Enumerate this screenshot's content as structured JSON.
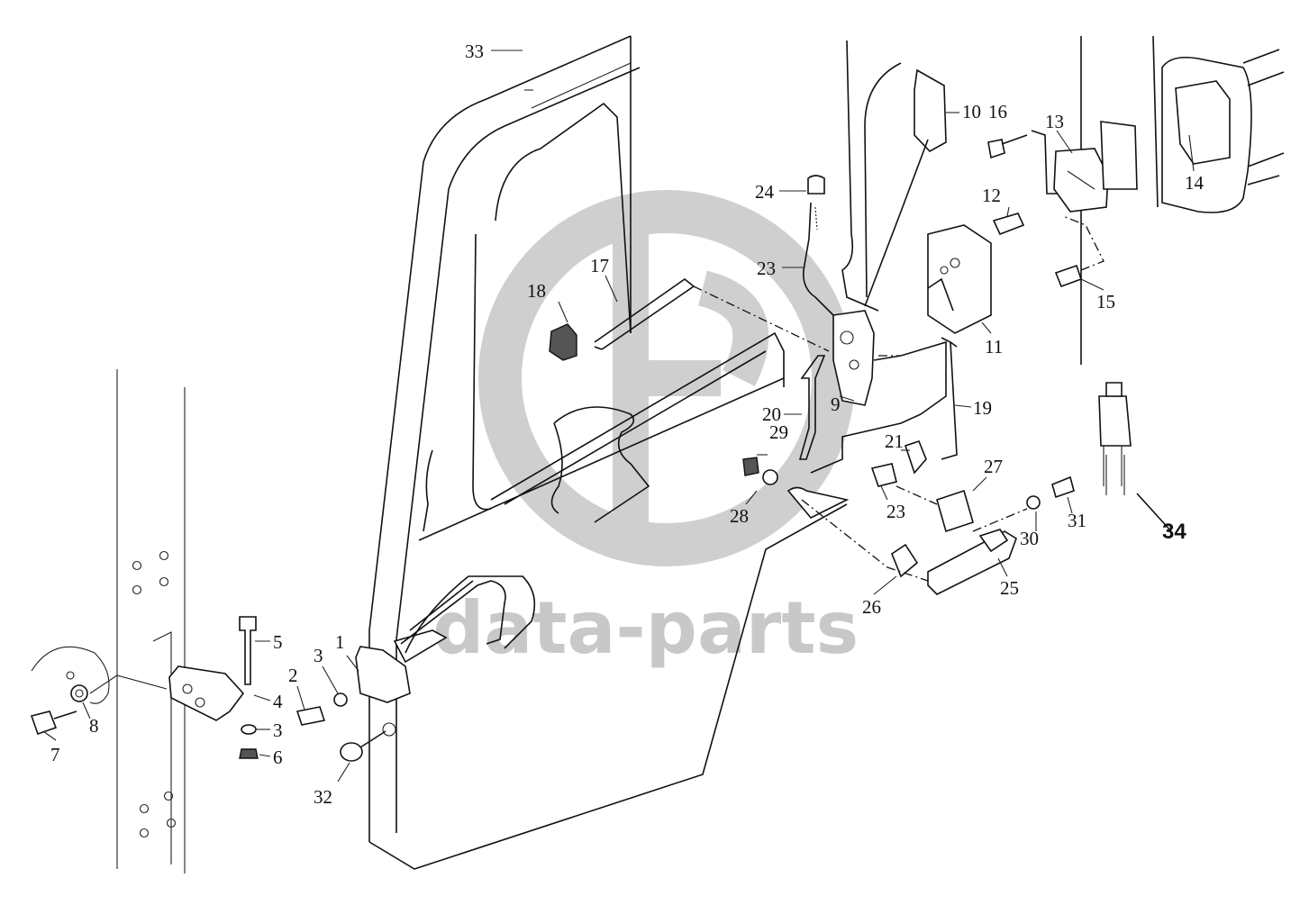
{
  "watermark": {
    "text": "data-parts",
    "color": "#c8c8c8"
  },
  "callouts": {
    "p1": "1",
    "p2": "2",
    "p3a": "3",
    "p3b": "3",
    "p4": "4",
    "p5": "5",
    "p6": "6",
    "p7": "7",
    "p8": "8",
    "p9": "9",
    "p10": "10",
    "p11": "11",
    "p12": "12",
    "p13": "13",
    "p14": "14",
    "p15": "15",
    "p16": "16",
    "p17": "17",
    "p18": "18",
    "p19": "19",
    "p20": "20",
    "p21": "21",
    "p23a": "23",
    "p23b": "23",
    "p24": "24",
    "p25": "25",
    "p26": "26",
    "p27": "27",
    "p28": "28",
    "p29": "29",
    "p30": "30",
    "p31": "31",
    "p32": "32",
    "p33": "33",
    "p34": "34"
  }
}
